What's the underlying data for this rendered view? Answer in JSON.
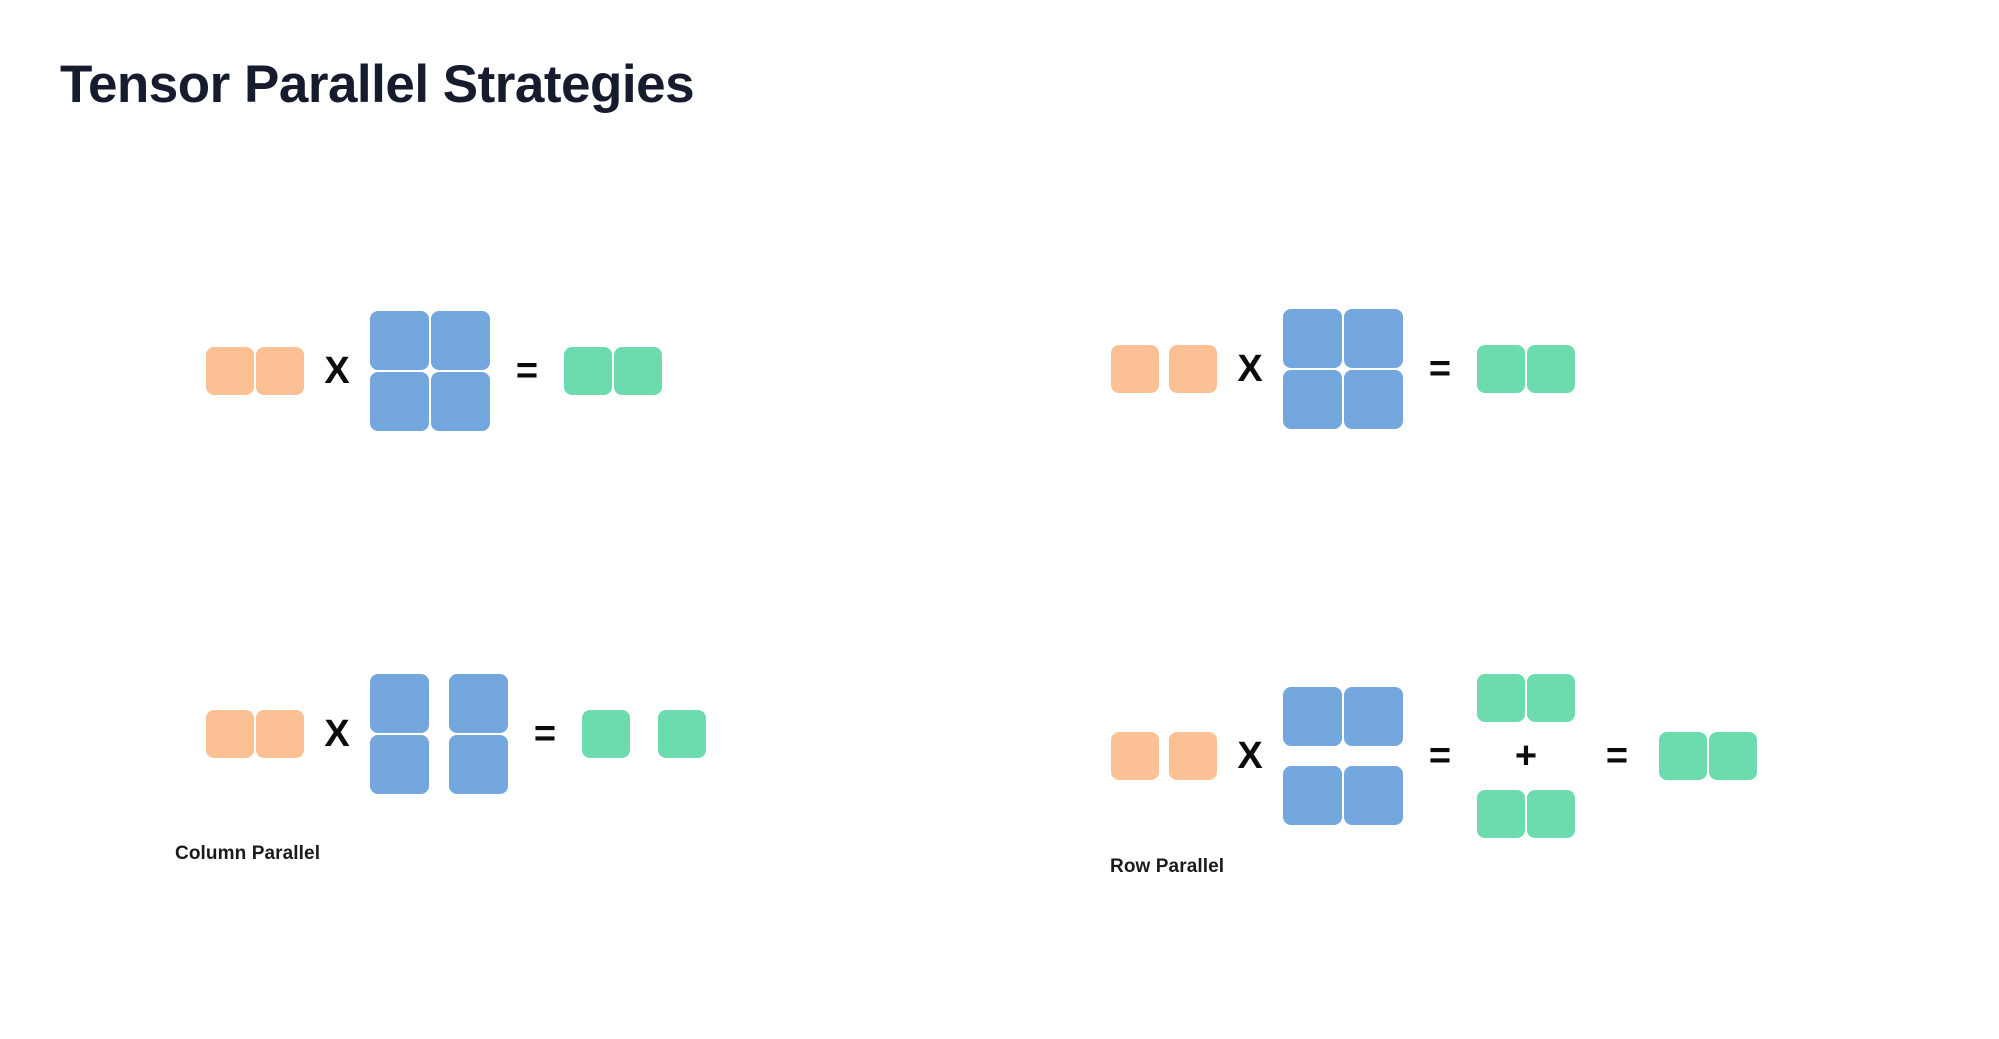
{
  "page": {
    "title": "Tensor Parallel Strategies",
    "background_color": "#ffffff"
  },
  "palette": {
    "title_color": "#161c2d",
    "input_orange": "#fbc094",
    "weight_blue": "#73a7dd",
    "output_green": "#6cdcaf",
    "operator_color": "#0c0c0c",
    "caption_color": "#1b1b1b"
  },
  "operators": {
    "multiply": "X",
    "equals": "=",
    "plus": "+"
  },
  "diagrams": [
    {
      "id": "top-left",
      "caption": "",
      "description": "Unsharded matmul: 1x2 input times 2x2 weight equals 1x2 output",
      "input": {
        "rows": 1,
        "cols": 2,
        "color": "input_orange",
        "split": "none"
      },
      "weight": {
        "rows": 2,
        "cols": 2,
        "color": "weight_blue",
        "split": "none"
      },
      "output": {
        "rows": 1,
        "cols": 2,
        "color": "output_green",
        "split": "none"
      },
      "partials": []
    },
    {
      "id": "bottom-left",
      "caption": "Column Parallel",
      "description": "Column parallel: weight matrix split along columns, output split along columns",
      "input": {
        "rows": 1,
        "cols": 2,
        "color": "input_orange",
        "split": "none"
      },
      "weight": {
        "rows": 2,
        "cols": 2,
        "color": "weight_blue",
        "split": "columns"
      },
      "output": {
        "rows": 1,
        "cols": 2,
        "color": "output_green",
        "split": "columns"
      },
      "partials": []
    },
    {
      "id": "top-right",
      "caption": "",
      "description": "Unsharded matmul: 1x2 input times 2x2 weight equals 1x2 output",
      "input": {
        "rows": 1,
        "cols": 2,
        "color": "input_orange",
        "split": "columns"
      },
      "weight": {
        "rows": 2,
        "cols": 2,
        "color": "weight_blue",
        "split": "none"
      },
      "output": {
        "rows": 1,
        "cols": 2,
        "color": "output_green",
        "split": "none"
      },
      "partials": []
    },
    {
      "id": "bottom-right",
      "caption": "Row Parallel",
      "description": "Row parallel: weight matrix split along rows, two partial outputs summed to give final output",
      "input": {
        "rows": 1,
        "cols": 2,
        "color": "input_orange",
        "split": "columns"
      },
      "weight": {
        "rows": 2,
        "cols": 2,
        "color": "weight_blue",
        "split": "rows"
      },
      "output": {
        "rows": 1,
        "cols": 2,
        "color": "output_green",
        "split": "none"
      },
      "partials": [
        {
          "rows": 1,
          "cols": 2,
          "color": "output_green"
        },
        {
          "rows": 1,
          "cols": 2,
          "color": "output_green"
        }
      ]
    }
  ],
  "captions": {
    "column_parallel": "Column Parallel",
    "row_parallel": "Row Parallel"
  }
}
